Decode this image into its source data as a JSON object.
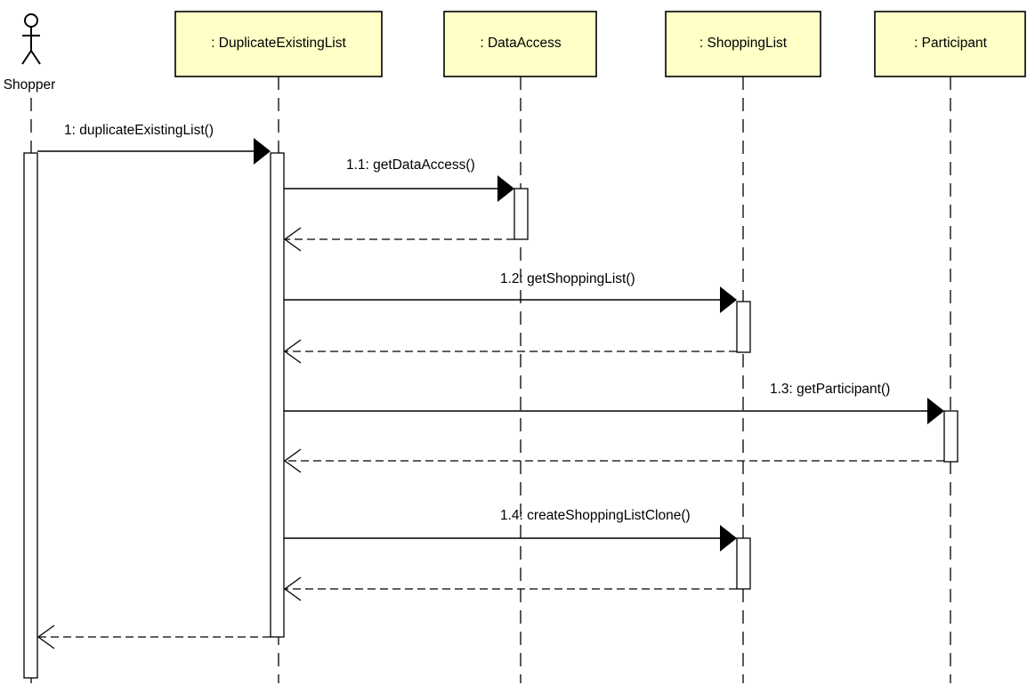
{
  "actor": {
    "name": "Shopper",
    "icon": "stick-figure-icon"
  },
  "participants": [
    {
      "id": "dup",
      "label": ": DuplicateExistingList"
    },
    {
      "id": "data",
      "label": ": DataAccess"
    },
    {
      "id": "shop",
      "label": ": ShoppingList"
    },
    {
      "id": "part",
      "label": ": Participant"
    }
  ],
  "messages": [
    {
      "label": "1: duplicateExistingList()",
      "from": "Shopper",
      "to": ": DuplicateExistingList"
    },
    {
      "label": "1.1: getDataAccess()",
      "from": ": DuplicateExistingList",
      "to": ": DataAccess"
    },
    {
      "label": "1.2: getShoppingList()",
      "from": ": DuplicateExistingList",
      "to": ": ShoppingList"
    },
    {
      "label": "1.3: getParticipant()",
      "from": ": DuplicateExistingList",
      "to": ": Participant"
    },
    {
      "label": "1.4: createShoppingListClone()",
      "from": ": DuplicateExistingList",
      "to": ": ShoppingList"
    }
  ],
  "colors": {
    "participant_fill": "#ffffc8",
    "line": "#000000",
    "background": "#ffffff"
  }
}
